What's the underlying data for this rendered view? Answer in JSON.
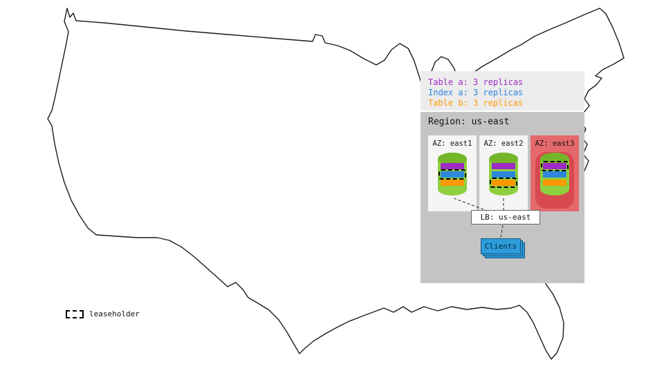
{
  "colors": {
    "table_a_purple": "#9d2bc4",
    "index_a_blue": "#2e86de",
    "table_b_orange": "#ff9800",
    "cylinder_green": "#8ed03e",
    "cylinder_green_dark": "#74b62a",
    "az_highlight_red": "#e5696c",
    "az_highlight_red_dark": "#d8494f",
    "clients_blue": "#2d9cdb",
    "panel_light_gray": "#ececec",
    "panel_gray": "#c4c4c4",
    "az_bg": "#f5f5f5"
  },
  "legend": {
    "items": [
      {
        "id": "table-a",
        "label": "Table a: 3 replicas",
        "color": "#9d2bc4"
      },
      {
        "id": "index-a",
        "label": "Index a: 3 replicas",
        "color": "#2e86de"
      },
      {
        "id": "table-b",
        "label": "Table b: 3 replicas",
        "color": "#ff9800"
      }
    ]
  },
  "region": {
    "title": "Region: us-east",
    "azs": [
      {
        "label": "AZ: east1",
        "leaseholder": "Index a",
        "highlighted": false
      },
      {
        "label": "AZ: east2",
        "leaseholder": "Table b",
        "highlighted": false
      },
      {
        "label": "AZ: east3",
        "leaseholder": "Table a",
        "highlighted": true
      }
    ],
    "load_balancer": {
      "label": "LB: us-east"
    },
    "clients": {
      "label": "Clients"
    }
  },
  "map_legend": {
    "leaseholder_label": "leaseholder"
  }
}
